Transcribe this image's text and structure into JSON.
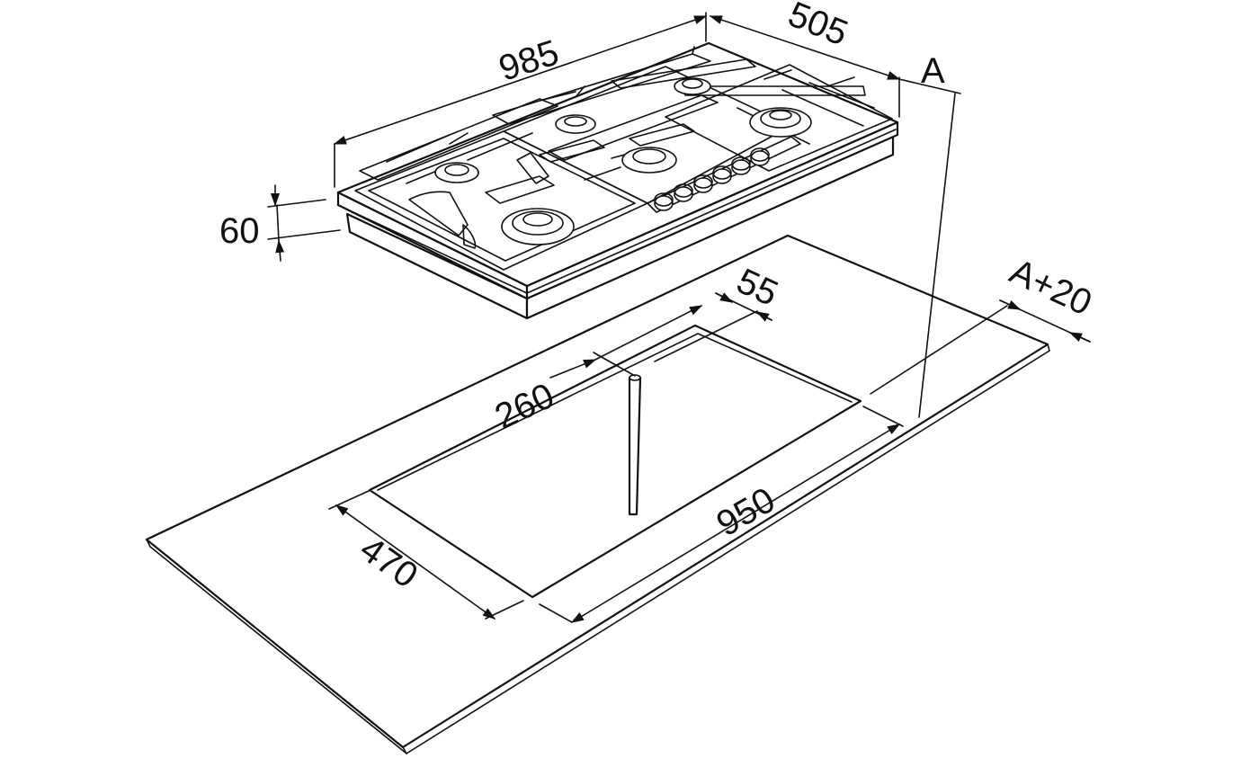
{
  "diagram": {
    "type": "installation-dimension-drawing",
    "line_color": "#111111",
    "background": "#ffffff",
    "dimensions": {
      "hob_width": "985",
      "hob_depth": "505",
      "hob_height": "60",
      "clearance_a": "A",
      "clearance_a_plus": "A+20",
      "cutout_offset": "55",
      "gas_inlet_offset": "260",
      "cutout_width": "950",
      "cutout_depth": "470"
    },
    "parts": [
      "gas-hob",
      "worktop",
      "cutout",
      "gas-inlet-pipe",
      "control-knobs",
      "burners",
      "pan-supports"
    ]
  }
}
